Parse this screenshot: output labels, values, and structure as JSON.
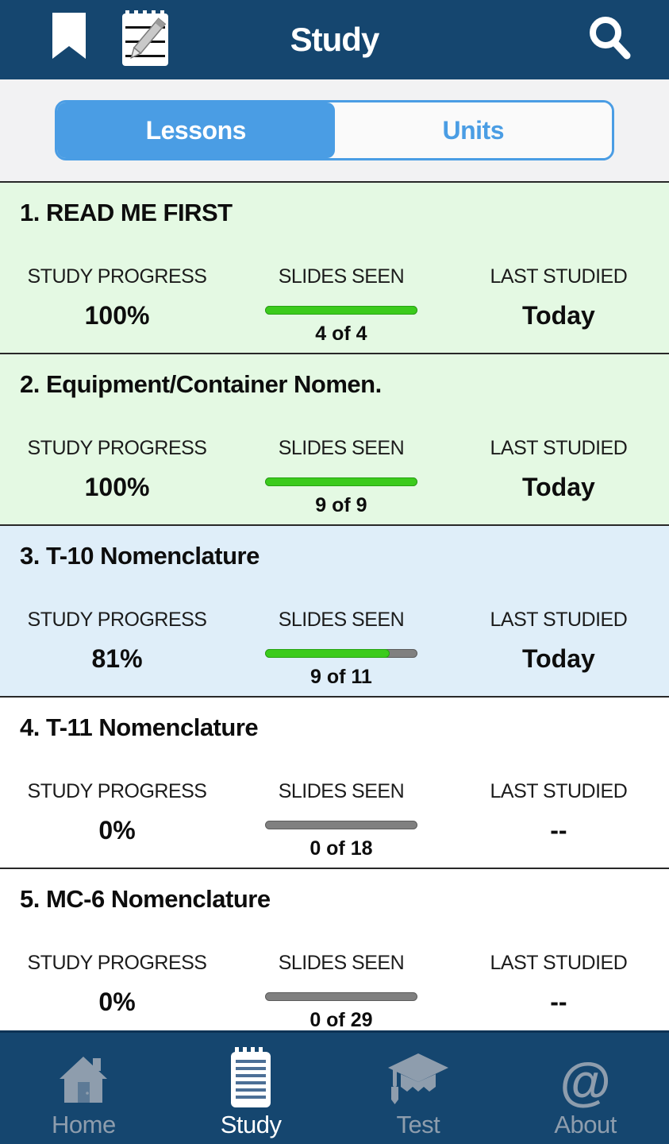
{
  "top_bar": {
    "title": "Study",
    "icons": {
      "bookmark": "bookmark-icon",
      "notes": "notes-pencil-icon",
      "search": "search-icon"
    }
  },
  "tabs": {
    "lessons": "Lessons",
    "units": "Units",
    "selected": "Lessons"
  },
  "columns": {
    "progress": "STUDY PROGRESS",
    "slides": "SLIDES SEEN",
    "last": "LAST STUDIED"
  },
  "lessons": [
    {
      "title": "1. READ ME FIRST",
      "progress": "100%",
      "slides": "4 of 4",
      "last": "Today",
      "bar_percent": 100,
      "bg": "#e4f9e3"
    },
    {
      "title": "2. Equipment/Container Nomen.",
      "progress": "100%",
      "slides": "9 of 9",
      "last": "Today",
      "bar_percent": 100,
      "bg": "#e4f9e3"
    },
    {
      "title": "3. T-10 Nomenclature",
      "progress": "81%",
      "slides": "9 of 11",
      "last": "Today",
      "bar_percent": 82,
      "bg": "#dfeef9"
    },
    {
      "title": "4. T-11 Nomenclature",
      "progress": "0%",
      "slides": "0 of 18",
      "last": "--",
      "bar_percent": 0,
      "bg": "#ffffff"
    },
    {
      "title": "5. MC-6 Nomenclature",
      "progress": "0%",
      "slides": "0 of 29",
      "last": "--",
      "bar_percent": 0,
      "bg": "#ffffff"
    }
  ],
  "nav": {
    "home": {
      "label": "Home"
    },
    "study": {
      "label": "Study"
    },
    "test": {
      "label": "Test"
    },
    "about": {
      "label": "About",
      "glyph": "@"
    }
  },
  "colors": {
    "navy": "#15466f",
    "accent_blue": "#4a9de4",
    "bar_green": "#3bcb1c",
    "bar_gray": "#808080",
    "row_green": "#e4f9e3",
    "row_blue": "#dfeef9",
    "nav_inactive": "#8e9dad"
  }
}
